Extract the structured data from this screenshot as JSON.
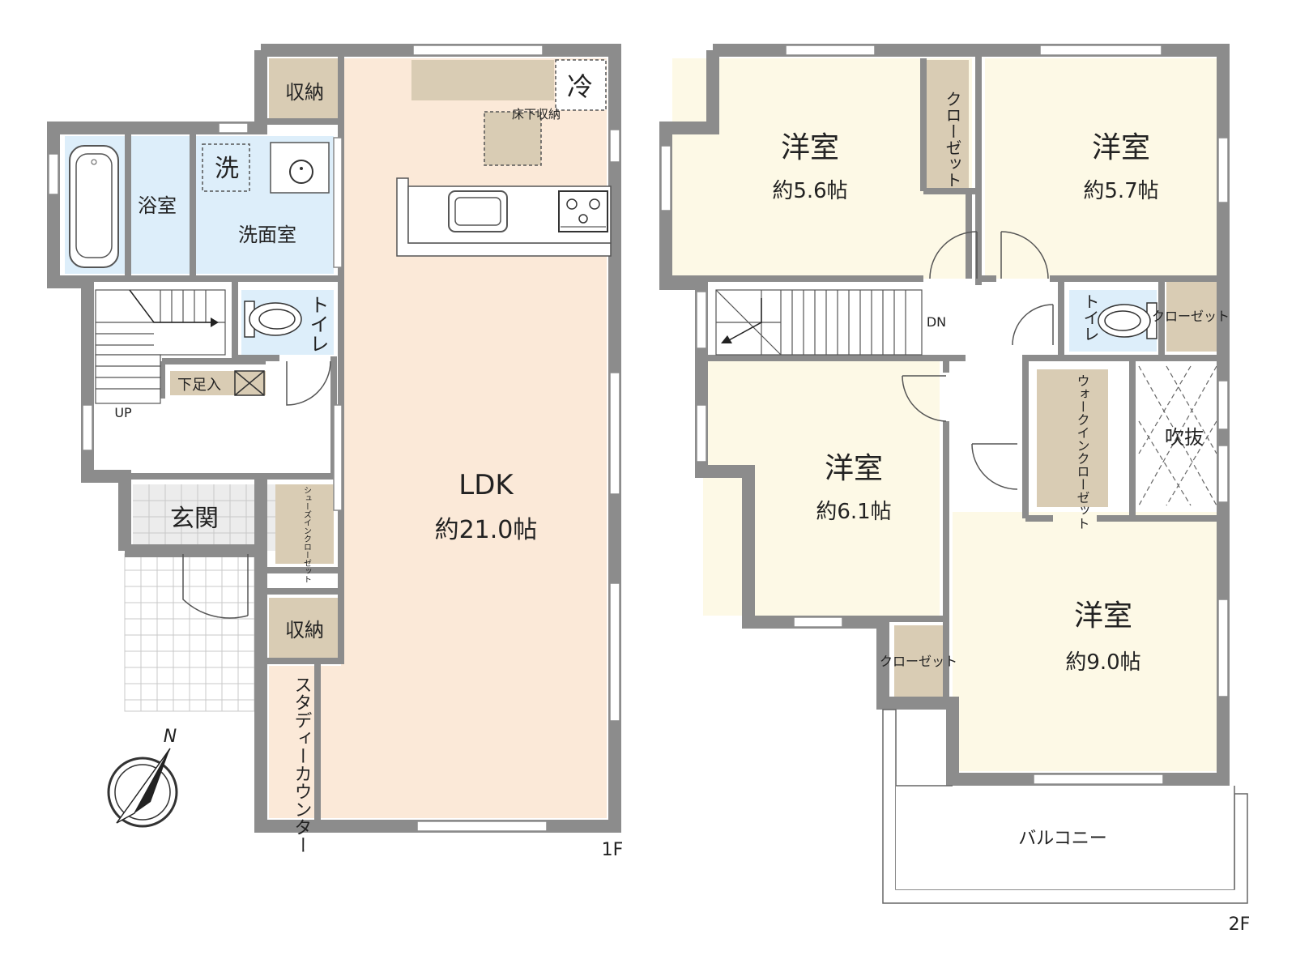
{
  "colors": {
    "wall": "#8c8c8c",
    "ldk": "#fbe9d8",
    "wet": "#ddeefa",
    "storage": "#d9ccb4",
    "western": "#fdf9e6",
    "entrance": "#ececec",
    "grid": "#c8c8c8",
    "text": "#222222"
  },
  "floor1": {
    "label": "1F",
    "rooms": {
      "ldk_name": "LDK",
      "ldk_size": "約21.0帖",
      "bath": "浴室",
      "washroom": "洗面室",
      "washer": "洗",
      "fridge": "冷",
      "underfloor_storage": "床下収納",
      "storage_top": "収納",
      "storage_bottom": "収納",
      "toilet": "トイレ",
      "shoe_box": "下足入",
      "entrance": "玄関",
      "shoe_closet": "シューズインクローゼット",
      "study_counter": "スタディーカウンター",
      "stairs_up": "UP"
    }
  },
  "floor2": {
    "label": "2F",
    "rooms": {
      "room_nw_name": "洋室",
      "room_nw_size": "約5.6帖",
      "room_ne_name": "洋室",
      "room_ne_size": "約5.7帖",
      "room_w_name": "洋室",
      "room_w_size": "約6.1帖",
      "room_se_name": "洋室",
      "room_se_size": "約9.0帖",
      "closet_top": "クローゼット",
      "closet_toilet_side": "クローゼット",
      "closet_bottom": "クローゼット",
      "walkin_closet": "ウォークインクローゼット",
      "toilet": "トイレ",
      "atrium": "吹抜",
      "balcony": "バルコニー",
      "stairs_down": "DN"
    }
  },
  "compass": {
    "north": "N"
  },
  "icons": [
    "bathtub-icon",
    "sink-icon",
    "toilet-icon",
    "stove-icon",
    "compass-icon"
  ]
}
